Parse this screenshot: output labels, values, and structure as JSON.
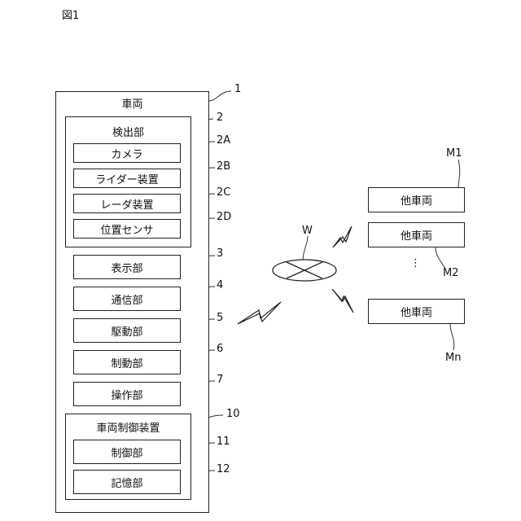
{
  "figure_label": "図1",
  "vehicle": {
    "title": "車両",
    "ref": "1",
    "detector": {
      "title": "検出部",
      "ref": "2",
      "items": [
        {
          "label": "カメラ",
          "ref": "2A"
        },
        {
          "label": "ライダー装置",
          "ref": "2B"
        },
        {
          "label": "レーダ装置",
          "ref": "2C"
        },
        {
          "label": "位置センサ",
          "ref": "2D"
        }
      ]
    },
    "units": [
      {
        "label": "表示部",
        "ref": "3"
      },
      {
        "label": "通信部",
        "ref": "4"
      },
      {
        "label": "駆動部",
        "ref": "5"
      },
      {
        "label": "制動部",
        "ref": "6"
      },
      {
        "label": "操作部",
        "ref": "7"
      }
    ],
    "control_device": {
      "title": "車両制御装置",
      "ref": "10",
      "items": [
        {
          "label": "制御部",
          "ref": "11"
        },
        {
          "label": "記憶部",
          "ref": "12"
        }
      ]
    }
  },
  "network": {
    "label": "W"
  },
  "other_vehicles": [
    {
      "label": "他車両",
      "ref": "M1"
    },
    {
      "label": "他車両",
      "ref": "M2"
    },
    {
      "label": "他車両",
      "ref": "Mn"
    }
  ],
  "ellipsis": "⋮"
}
